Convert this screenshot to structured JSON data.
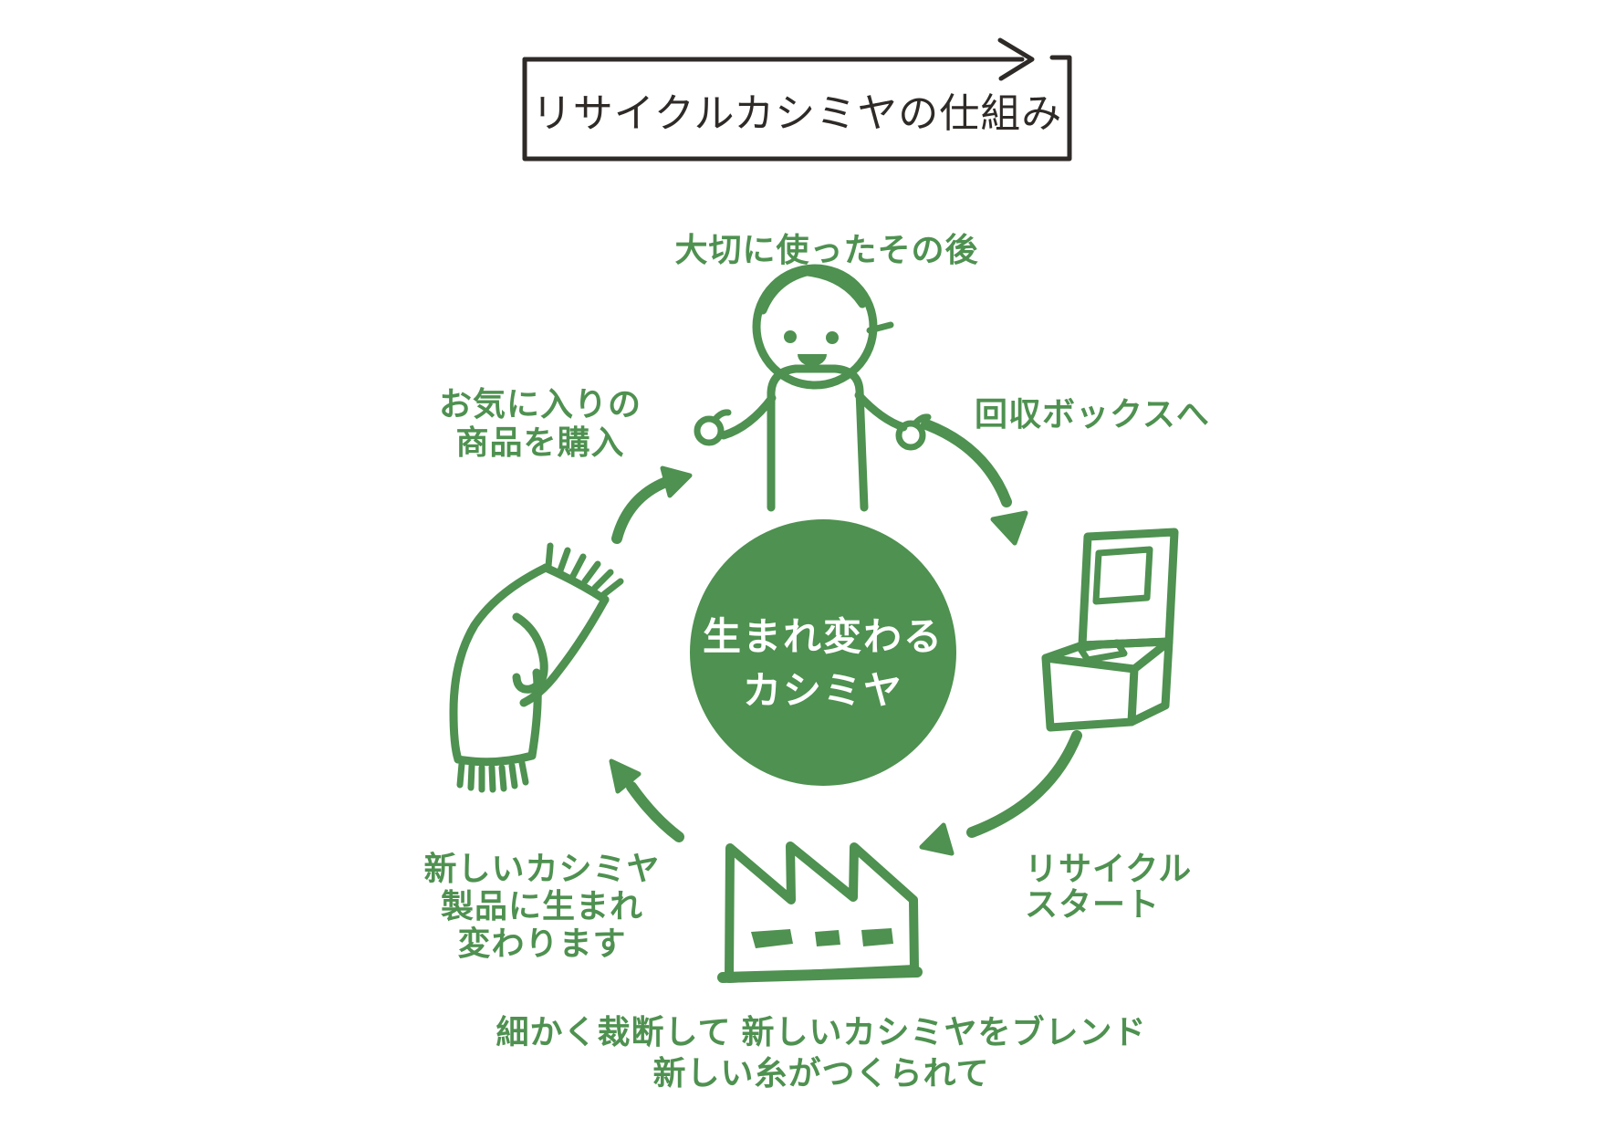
{
  "diagram": {
    "title": "リサイクルカシミヤの仕組み",
    "center_circle": {
      "line1": "生まれ変わる",
      "line2": "カシミヤ"
    },
    "steps": {
      "top": "大切に使ったその後",
      "right": "回収ボックスへ",
      "bottom_right_line1": "リサイクル",
      "bottom_right_line2": "スタート",
      "bottom_line1": "細かく裁断して 新しいカシミヤをブレンド",
      "bottom_line2": "新しい糸がつくられて",
      "bottom_left_line1": "新しいカシミヤ",
      "bottom_left_line2": "製品に生まれ",
      "bottom_left_line3": "変わります",
      "top_left_line1": "お気に入りの",
      "top_left_line2": "商品を購入"
    },
    "icons": {
      "person": "person-icon",
      "collection_box": "collection-box-icon",
      "factory": "factory-icon",
      "scarf": "scarf-icon",
      "title_arrow": "right-arrow-icon",
      "cycle_arrows": "curved-arrow-icon"
    },
    "colors": {
      "green": "#4e9150",
      "ink": "#2e2a27",
      "background": "#ffffff",
      "circle_text": "#ffffff"
    }
  }
}
